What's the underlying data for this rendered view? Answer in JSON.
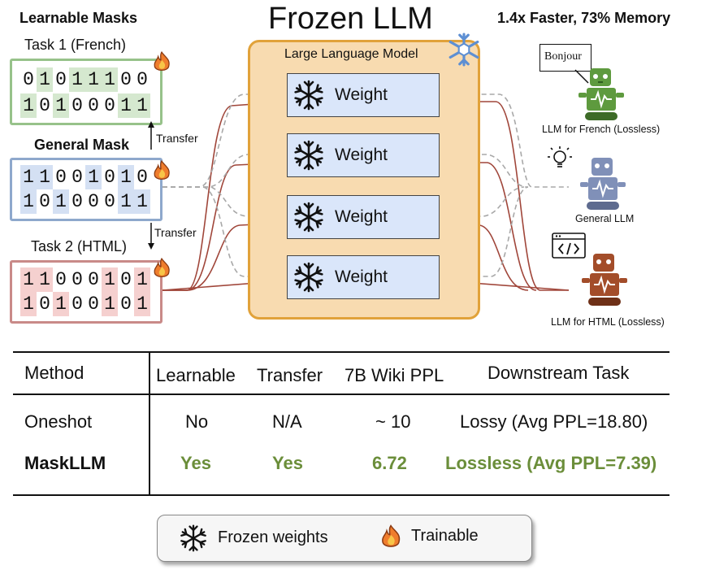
{
  "title": "Frozen LLM",
  "header_left": "Learnable Masks",
  "header_right": "1.4x Faster, 73% Memory",
  "llm_label": "Large Language Model",
  "weight_label": "Weight",
  "masks": [
    {
      "label": "Task 1 (French)",
      "row1": [
        "0",
        "1",
        "0",
        "1",
        "1",
        "1",
        "0",
        "0"
      ],
      "row2": [
        "1",
        "0",
        "1",
        "0",
        "0",
        "0",
        "1",
        "1"
      ]
    },
    {
      "label": "General Mask",
      "row1": [
        "1",
        "1",
        "0",
        "0",
        "1",
        "0",
        "1",
        "0"
      ],
      "row2": [
        "1",
        "0",
        "1",
        "0",
        "0",
        "0",
        "1",
        "1"
      ]
    },
    {
      "label": "Task 2 (HTML)",
      "row1": [
        "1",
        "1",
        "0",
        "0",
        "0",
        "1",
        "0",
        "1"
      ],
      "row2": [
        "1",
        "0",
        "1",
        "0",
        "0",
        "1",
        "0",
        "1"
      ]
    }
  ],
  "transfer_label": "Transfer",
  "robots": {
    "french": {
      "bubble": "Bonjour",
      "label": "LLM for French (Lossless)"
    },
    "general": {
      "label": "General LLM"
    },
    "html": {
      "label": "LLM for HTML (Lossless)"
    }
  },
  "table": {
    "headers": [
      "Method",
      "Learnable",
      "Transfer",
      "7B Wiki PPL",
      "Downstream Task"
    ],
    "rows": [
      [
        "Oneshot",
        "No",
        "N/A",
        "~ 10",
        "Lossy (Avg PPL=18.80)"
      ],
      [
        "MaskLLM",
        "Yes",
        "Yes",
        "6.72",
        "Lossless (Avg PPL=7.39)"
      ]
    ]
  },
  "legend": {
    "frozen": "Frozen weights",
    "trainable": "Trainable"
  },
  "colors": {
    "green_mask": "#d5e8cf",
    "green_border": "#97c28a",
    "blue_mask": "#d4e0f3",
    "blue_border": "#8ea8cc",
    "red_mask": "#f5d0cf",
    "red_border": "#c98a88",
    "llm_fill": "#f8dbb0",
    "llm_border": "#e1a23a",
    "weight_fill": "#dae6fa",
    "wire": "#a0463a",
    "accent_green": "#6b8e3a"
  }
}
